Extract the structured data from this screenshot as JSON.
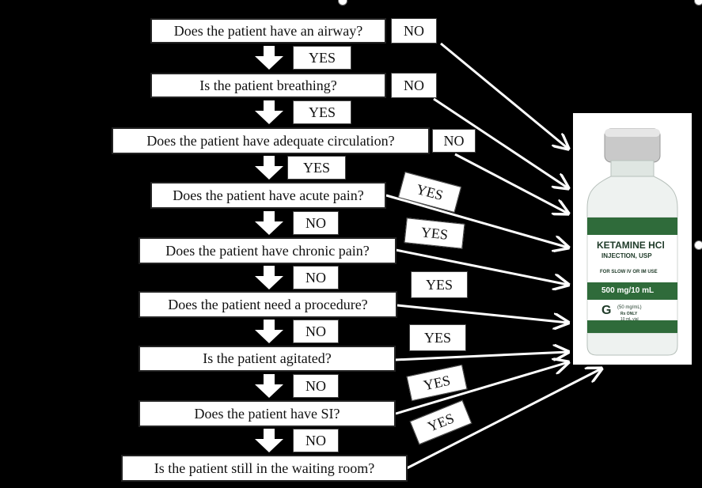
{
  "questions": [
    "Does the patient have an airway?",
    "Is the patient breathing?",
    "Does the patient have adequate circulation?",
    "Does the patient have acute pain?",
    "Does the patient have chronic pain?",
    "Does the patient need a procedure?",
    "Is the patient agitated?",
    "Does the patient have SI?",
    "Is the patient still in the waiting room?"
  ],
  "down_labels": [
    "YES",
    "YES",
    "YES",
    "NO",
    "NO",
    "NO",
    "NO",
    "NO"
  ],
  "side_labels": [
    "NO",
    "NO",
    "NO",
    "YES",
    "YES",
    "YES",
    "YES",
    "YES",
    "YES"
  ],
  "vial": {
    "name": "KETAMINE HCl",
    "form": "INJECTION, USP",
    "route": "FOR SLOW IV OR IM USE",
    "strength": "500 mg/10 mL",
    "conc": "(50 mg/mL)",
    "rx": "Rx ONLY",
    "size": "10 mL vial",
    "logo": "G",
    "colors": {
      "band": "#2f6b3a",
      "cap": "#c9c9c9",
      "glass": "#eef2f0"
    }
  },
  "colors": {
    "background": "#000000",
    "box": "#ffffff",
    "arrow": "#ffffff"
  }
}
